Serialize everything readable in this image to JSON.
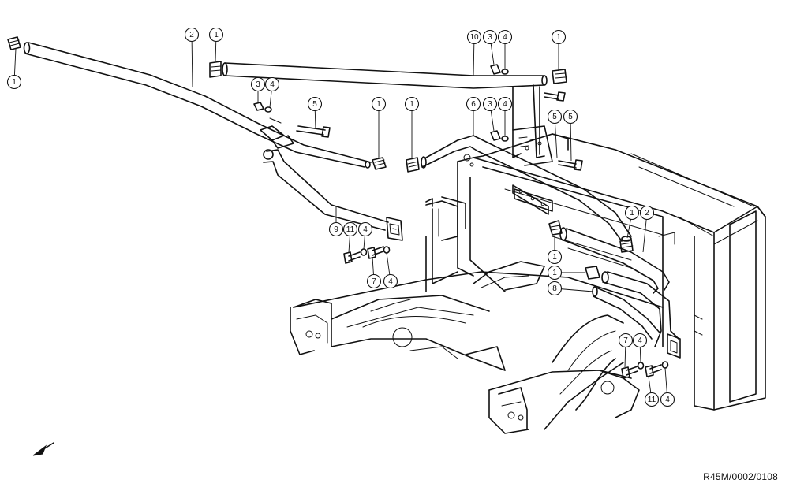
{
  "reference_code": "R45M/0002/0108",
  "callouts": [
    {
      "id": "c-1a",
      "label": "1"
    },
    {
      "id": "c-2a",
      "label": "2"
    },
    {
      "id": "c-1b",
      "label": "1"
    },
    {
      "id": "c-10",
      "label": "10"
    },
    {
      "id": "c-3a",
      "label": "3"
    },
    {
      "id": "c-4a",
      "label": "4"
    },
    {
      "id": "c-1c",
      "label": "1"
    },
    {
      "id": "c-3b",
      "label": "3"
    },
    {
      "id": "c-4b",
      "label": "4"
    },
    {
      "id": "c-5a",
      "label": "5"
    },
    {
      "id": "c-1d",
      "label": "1"
    },
    {
      "id": "c-1e",
      "label": "1"
    },
    {
      "id": "c-6",
      "label": "6"
    },
    {
      "id": "c-3c",
      "label": "3"
    },
    {
      "id": "c-4c",
      "label": "4"
    },
    {
      "id": "c-5b",
      "label": "5"
    },
    {
      "id": "c-5c",
      "label": "5"
    },
    {
      "id": "c-9",
      "label": "9"
    },
    {
      "id": "c-11a",
      "label": "11"
    },
    {
      "id": "c-4d",
      "label": "4"
    },
    {
      "id": "c-7a",
      "label": "7"
    },
    {
      "id": "c-4e",
      "label": "4"
    },
    {
      "id": "c-1f",
      "label": "1"
    },
    {
      "id": "c-2b",
      "label": "2"
    },
    {
      "id": "c-1g",
      "label": "1"
    },
    {
      "id": "c-1h",
      "label": "1"
    },
    {
      "id": "c-8",
      "label": "8"
    },
    {
      "id": "c-7b",
      "label": "7"
    },
    {
      "id": "c-4f",
      "label": "4"
    },
    {
      "id": "c-11b",
      "label": "11"
    },
    {
      "id": "c-4g",
      "label": "4"
    }
  ]
}
